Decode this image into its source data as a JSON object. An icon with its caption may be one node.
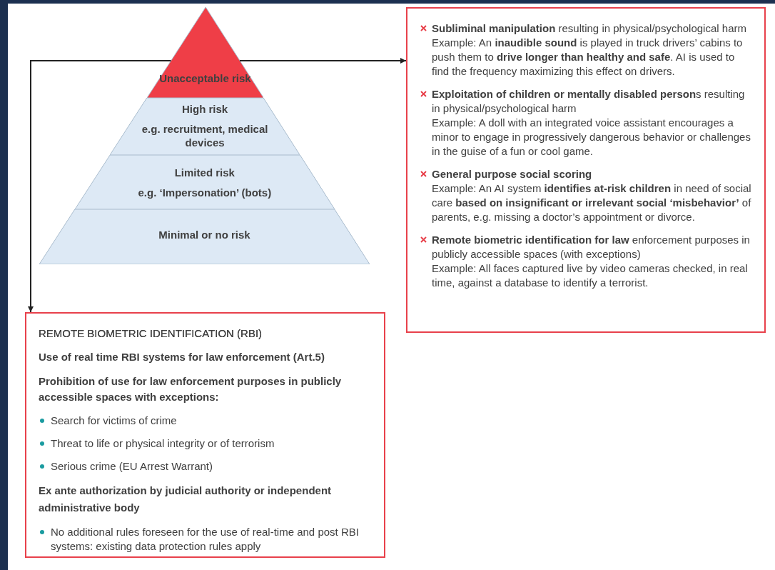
{
  "diagram": {
    "nodes": [
      {
        "text": [
          "Unacceptable risk"
        ]
      },
      {
        "text": [
          "High risk",
          "e.g. recruitment, medical devices"
        ]
      },
      {
        "text": [
          "Limited risk",
          "e.g. ‘Impersonation’ (bots)"
        ]
      },
      {
        "text": [
          "Minimal or no risk"
        ]
      },
      {
        "text": [
          "**Subliminal manipulation** resulting in physical/psychological harm",
          "Example: An **inaudible sound** is played in truck drivers’ cabins to push them to **drive longer than healthy and safe**. AI is used to find the frequency maximizing this effect on drivers.",
          "**Exploitation of children or mentally disabled person**s resulting in physical/psychological harm",
          "Example: A doll with an integrated voice assistant encourages a minor to engage in progressively dangerous behavior or challenges in the guise of a fun or cool game.",
          "**General purpose social scoring**",
          "Example: An AI system **identifies at-risk children** in need of social care **based on insignificant or irrelevant social ‘misbehavior’** of parents, e.g. missing a doctor’s appointment or divorce.",
          "**Remote biometric identification for law** enforcement purposes in publicly accessible spaces (with exceptions)",
          "Example: All faces captured live by video cameras checked, in real time, against a database to identify a terrorist."
        ]
      },
      {
        "text": [
          "REMOTE BIOMETRIC IDENTIFICATION (RBI)",
          "Use of real time RBI systems for law enforcement (Art.5)",
          "Prohibition of use for law enforcement purposes in publicly accessible spaces with exceptions:",
          "Search for victims of crime",
          "Threat to life or physical integrity or of terrorism",
          "Serious crime (EU Arrest Warrant)",
          "Ex ante authorization by judicial authority or independent administrative body",
          "No additional rules foreseen for the use of real-time and post RBI systems: existing data protection rules apply"
        ]
      }
    ],
    "edges": [
      {
        "from": 0,
        "to": 4,
        "arrow": "to"
      },
      {
        "from": 0,
        "to": 5,
        "arrow": "to"
      }
    ]
  }
}
